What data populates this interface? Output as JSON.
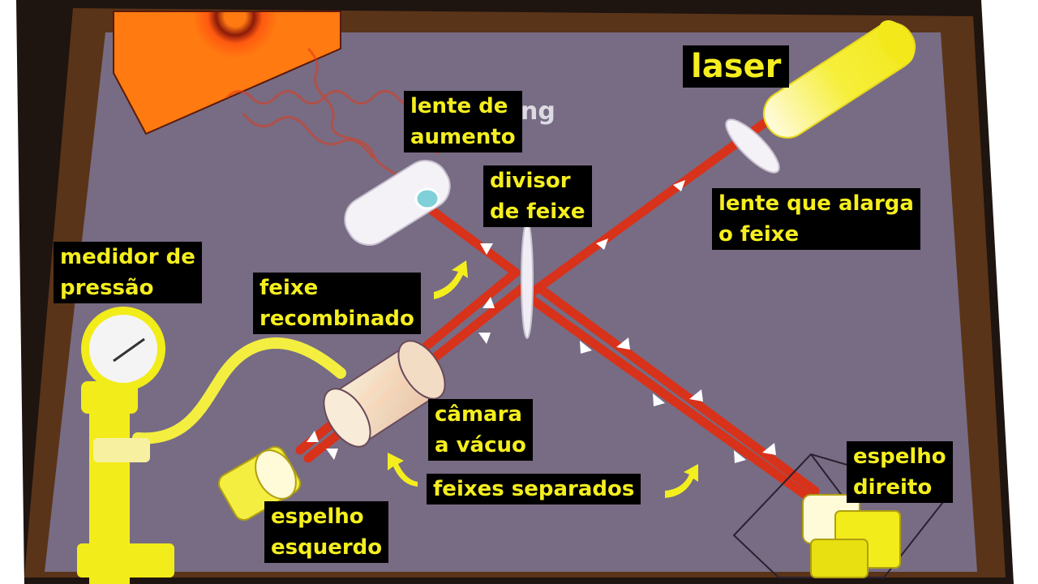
{
  "labels": {
    "laser": "laser",
    "magnifying_lens": "lente de\naumento",
    "ghost_text": "ng",
    "beam_splitter": "divisor\nde feixe",
    "beam_expander": "lente que alarga\no feixe",
    "pressure_gauge": "medidor de\npressão",
    "recombined_beam": "feixe\nrecombinado",
    "vacuum_chamber": "câmara\na vácuo",
    "separated_beams": "feixes separados",
    "left_mirror": "espelho\nesquerdo",
    "right_mirror": "espelho\ndireito"
  },
  "colors": {
    "label_text": "#f4ee1e",
    "label_bg": "#000000",
    "board": "#776c84",
    "frame": "#5a3418",
    "beam": "#d8321a",
    "device_yellow": "#f2ec1a"
  }
}
